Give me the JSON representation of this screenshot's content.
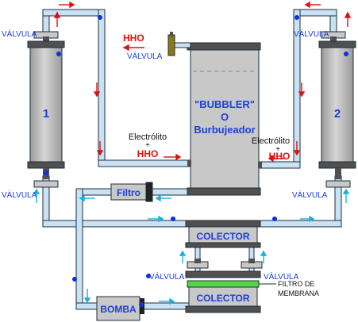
{
  "labels": {
    "valve_top_left": "VÁLVULA",
    "valve_bottom_left": "VÁLVULA",
    "valve_top_right": "VÁLVULA",
    "valve_bottom_right": "VÁLVULA",
    "valve_outlet": "VÁLVULA",
    "hho_outlet": "HHO",
    "cell_1": "1",
    "cell_2": "2",
    "bubbler_line1": "\"BUBBLER\"",
    "bubbler_line2": "O",
    "bubbler_line3": "Burbujeador",
    "electrolyte_left": "Electrólito",
    "plus_left": "+",
    "hho_left": "HHO",
    "electrolyte_right": "Electrólito",
    "plus_right": "+",
    "hho_right": "HHO",
    "filter": "Filtro",
    "collector_top": "COLECTOR",
    "collector_bottom": "COLECTOR",
    "pump": "BOMBA",
    "valve_collector_left": "VÁLVULA",
    "valve_collector_right": "VÁLVULA",
    "membrane_line1": "FILTRO DE",
    "membrane_line2": "MEMBRANA"
  },
  "colors": {
    "pipe_fill": "#c9e3f5",
    "pipe_stroke": "#1f2d3a",
    "tank_fill": "#c8c8c8",
    "cap_fill": "#505050",
    "text_blue": "#1a3fd9",
    "text_red": "#e01010",
    "arrow_red": "#e01010",
    "arrow_cyan": "#19b3d9",
    "dot_blue": "#1030e0",
    "membrane_green": "#56d445",
    "valve_brass": "#8a7a10"
  }
}
